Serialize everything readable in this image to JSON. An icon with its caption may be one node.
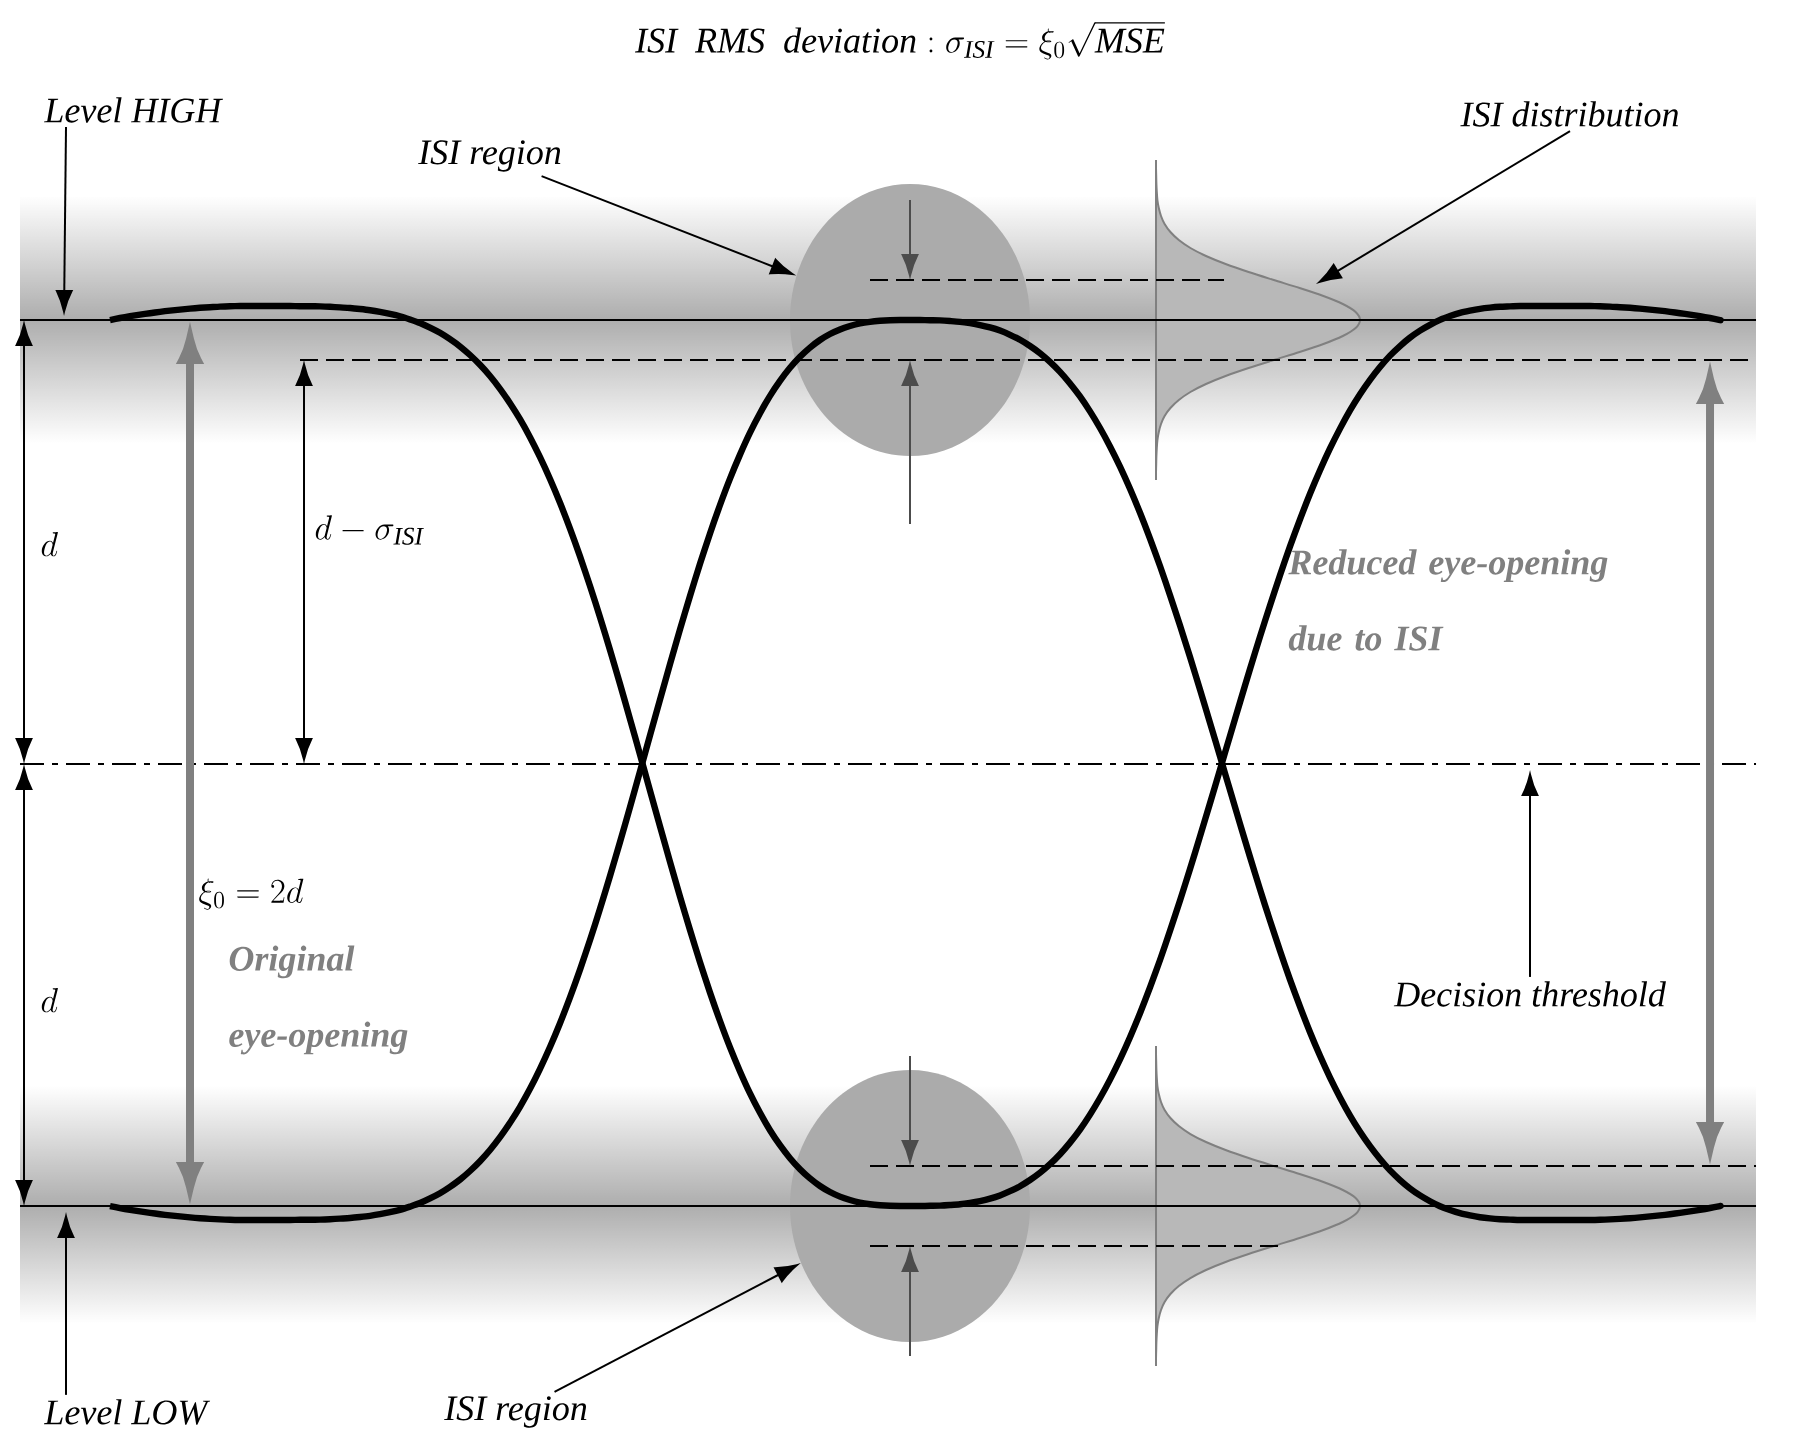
{
  "diagram": {
    "title": "\\mathit{ISI\\ \\ RMS\\ \\ deviation}:\\sigma_{\\mathit{ISI}}=\\xi_0\\sqrt{\\mathit{MSE}}",
    "nodes": [
      {
        "text": [
          "Level HIGH"
        ]
      },
      {
        "text": [
          "ISI region"
        ]
      },
      {
        "text": [],
        "shape": "ellipse"
      },
      {
        "text": [
          "ISI distribution"
        ]
      },
      {
        "text": [
          "Decision threshold"
        ]
      },
      {
        "text": [],
        "shape": "ellipse"
      },
      {
        "text": [
          "Level LOW"
        ]
      },
      {
        "text": [
          "ISI region"
        ]
      },
      {
        "text": [],
        "shape": "curve"
      },
      {
        "text": [],
        "shape": "curve"
      }
    ],
    "edges": [
      {
        "from": 0,
        "to": null,
        "arrow": "to"
      },
      {
        "from": 1,
        "to": 2,
        "arrow": "to"
      },
      {
        "from": 3,
        "to": 8,
        "arrow": "to"
      },
      {
        "from": 4,
        "to": null,
        "arrow": "to"
      },
      {
        "from": 6,
        "to": null,
        "arrow": "to"
      },
      {
        "from": 7,
        "to": 5,
        "arrow": "to"
      },
      {
        "from": 2,
        "to": 8,
        "arrow": "none",
        "style": "dashed"
      },
      {
        "from": 5,
        "to": 9,
        "arrow": "none",
        "style": "dashed"
      }
    ],
    "labels": [
      "d",
      "d-\\sigma_{\\mathit{ISI}}",
      "\\xi_0=2d",
      "d",
      "Original eye-opening",
      "Reduced eye-opening due to ISI"
    ]
  }
}
